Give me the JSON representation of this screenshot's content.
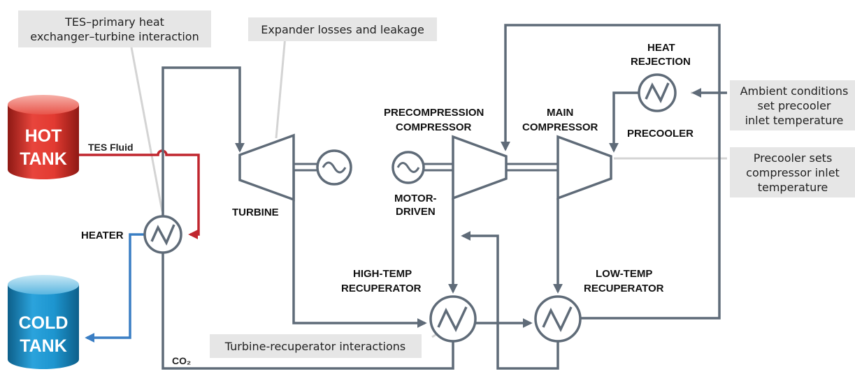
{
  "colors": {
    "pipe": "#5f6b78",
    "tes_fluid": "#c0262e",
    "cold_fluid": "#3a7ec4",
    "callout_bg": "#e6e6e6",
    "leader": "#d4d4d4",
    "hot_tank": "#e0362f",
    "cold_tank": "#1a8fc9"
  },
  "tanks": {
    "hot": {
      "line1": "HOT",
      "line2": "TANK"
    },
    "cold": {
      "line1": "COLD",
      "line2": "TANK"
    }
  },
  "labels": {
    "tes_fluid": "TES Fluid",
    "heater": "HEATER",
    "co2": "CO₂",
    "turbine": "TURBINE",
    "precompression_1": "PRECOMPRESSION",
    "precompression_2": "COMPRESSOR",
    "motor_1": "MOTOR-",
    "motor_2": "DRIVEN",
    "main_comp_1": "MAIN",
    "main_comp_2": "COMPRESSOR",
    "heat_rej_1": "HEAT",
    "heat_rej_2": "REJECTION",
    "precooler": "PRECOOLER",
    "ht_recup_1": "HIGH-TEMP",
    "ht_recup_2": "RECUPERATOR",
    "lt_recup_1": "LOW-TEMP",
    "lt_recup_2": "RECUPERATOR"
  },
  "callouts": {
    "tes_primary_1": "TES–primary heat",
    "tes_primary_2": "exchanger–turbine interaction",
    "expander": "Expander losses and leakage",
    "ambient_1": "Ambient conditions",
    "ambient_2": "set precooler",
    "ambient_3": "inlet temperature",
    "precooler_sets_1": "Precooler sets",
    "precooler_sets_2": "compressor inlet",
    "precooler_sets_3": "temperature",
    "turbine_recup": "Turbine-recuperator interactions"
  }
}
